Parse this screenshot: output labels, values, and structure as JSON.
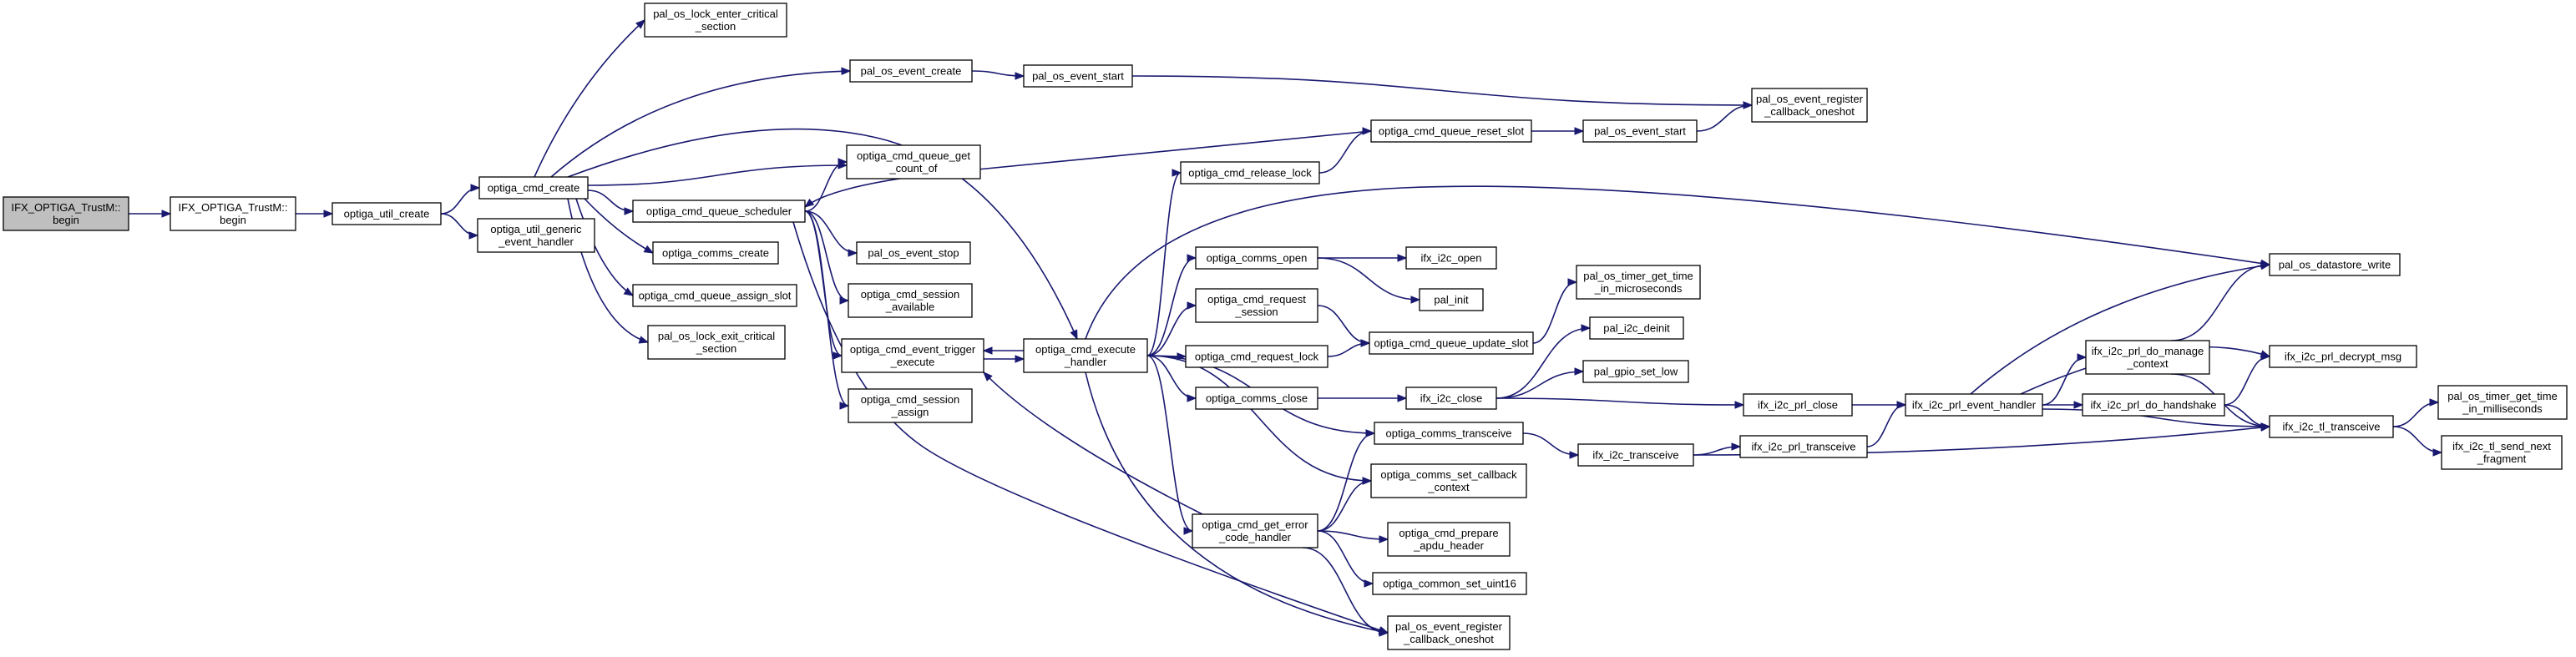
{
  "colors": {
    "edge": "#191970",
    "border": "#000000",
    "normal_fill": "#ffffff",
    "root_fill": "#bfbfbf",
    "truncated_border": "#ff0000"
  },
  "nodes": [
    {
      "id": "root",
      "lines": [
        "IFX_OPTIGA_TrustM::",
        "begin"
      ],
      "style": "root"
    },
    {
      "id": "trustm_begin",
      "lines": [
        "IFX_OPTIGA_TrustM::",
        "begin"
      ],
      "style": "normal"
    },
    {
      "id": "util_create",
      "lines": [
        "optiga_util_create"
      ],
      "style": "normal"
    },
    {
      "id": "cmd_create",
      "lines": [
        "optiga_cmd_create"
      ],
      "style": "normal"
    },
    {
      "id": "util_generic_event_handler",
      "lines": [
        "optiga_util_generic",
        "_event_handler"
      ],
      "style": "normal"
    },
    {
      "id": "lock_enter",
      "lines": [
        "pal_os_lock_enter_critical",
        "_section"
      ],
      "style": "normal"
    },
    {
      "id": "event_create",
      "lines": [
        "pal_os_event_create"
      ],
      "style": "normal"
    },
    {
      "id": "event_start_top",
      "lines": [
        "pal_os_event_start"
      ],
      "style": "normal"
    },
    {
      "id": "queue_get_count",
      "lines": [
        "optiga_cmd_queue_get",
        "_count_of"
      ],
      "style": "normal"
    },
    {
      "id": "queue_scheduler",
      "lines": [
        "optiga_cmd_queue_scheduler"
      ],
      "style": "normal"
    },
    {
      "id": "comms_create",
      "lines": [
        "optiga_comms_create"
      ],
      "style": "normal"
    },
    {
      "id": "queue_assign_slot",
      "lines": [
        "optiga_cmd_queue_assign_slot"
      ],
      "style": "normal"
    },
    {
      "id": "lock_exit",
      "lines": [
        "pal_os_lock_exit_critical",
        "_section"
      ],
      "style": "normal"
    },
    {
      "id": "event_stop",
      "lines": [
        "pal_os_event_stop"
      ],
      "style": "normal"
    },
    {
      "id": "session_available",
      "lines": [
        "optiga_cmd_session",
        "_available"
      ],
      "style": "normal"
    },
    {
      "id": "event_trigger",
      "lines": [
        "optiga_cmd_event_trigger",
        "_execute"
      ],
      "style": "normal"
    },
    {
      "id": "session_assign",
      "lines": [
        "optiga_cmd_session",
        "_assign"
      ],
      "style": "normal"
    },
    {
      "id": "cmd_execute_handler",
      "lines": [
        "optiga_cmd_execute",
        "_handler"
      ],
      "style": "normal"
    },
    {
      "id": "release_lock",
      "lines": [
        "optiga_cmd_release_lock"
      ],
      "style": "normal"
    },
    {
      "id": "queue_reset_slot",
      "lines": [
        "optiga_cmd_queue_reset_slot"
      ],
      "style": "normal"
    },
    {
      "id": "event_start_mid",
      "lines": [
        "pal_os_event_start"
      ],
      "style": "normal"
    },
    {
      "id": "register_cb_top",
      "lines": [
        "pal_os_event_register",
        "_callback_oneshot"
      ],
      "style": "normal"
    },
    {
      "id": "comms_open",
      "lines": [
        "optiga_comms_open"
      ],
      "style": "normal"
    },
    {
      "id": "ifx_i2c_open",
      "lines": [
        "ifx_i2c_open"
      ],
      "style": "normal"
    },
    {
      "id": "pal_init",
      "lines": [
        "pal_init"
      ],
      "style": "normal"
    },
    {
      "id": "request_session",
      "lines": [
        "optiga_cmd_request",
        "_session"
      ],
      "style": "normal"
    },
    {
      "id": "timer_get_time_us",
      "lines": [
        "pal_os_timer_get_time",
        "_in_microseconds"
      ],
      "style": "normal"
    },
    {
      "id": "request_lock",
      "lines": [
        "optiga_cmd_request_lock"
      ],
      "style": "normal"
    },
    {
      "id": "queue_update_slot",
      "lines": [
        "optiga_cmd_queue_update_slot"
      ],
      "style": "normal"
    },
    {
      "id": "i2c_deinit",
      "lines": [
        "pal_i2c_deinit"
      ],
      "style": "normal"
    },
    {
      "id": "comms_close",
      "lines": [
        "optiga_comms_close"
      ],
      "style": "normal"
    },
    {
      "id": "ifx_i2c_close",
      "lines": [
        "ifx_i2c_close"
      ],
      "style": "normal"
    },
    {
      "id": "gpio_set_low",
      "lines": [
        "pal_gpio_set_low"
      ],
      "style": "normal"
    },
    {
      "id": "comms_transceive",
      "lines": [
        "optiga_comms_transceive"
      ],
      "style": "normal"
    },
    {
      "id": "ifx_i2c_transceive",
      "lines": [
        "ifx_i2c_transceive"
      ],
      "style": "normal"
    },
    {
      "id": "comms_set_callback",
      "lines": [
        "optiga_comms_set_callback",
        "_context"
      ],
      "style": "normal"
    },
    {
      "id": "get_error_code_handler",
      "lines": [
        "optiga_cmd_get_error",
        "_code_handler"
      ],
      "style": "normal"
    },
    {
      "id": "prepare_apdu_header",
      "lines": [
        "optiga_cmd_prepare",
        "_apdu_header"
      ],
      "style": "normal"
    },
    {
      "id": "common_set_uint16",
      "lines": [
        "optiga_common_set_uint16"
      ],
      "style": "normal"
    },
    {
      "id": "register_cb_bottom",
      "lines": [
        "pal_os_event_register",
        "_callback_oneshot"
      ],
      "style": "normal"
    },
    {
      "id": "prl_close",
      "lines": [
        "ifx_i2c_prl_close"
      ],
      "style": "normal"
    },
    {
      "id": "prl_transceive",
      "lines": [
        "ifx_i2c_prl_transceive"
      ],
      "style": "normal"
    },
    {
      "id": "prl_event_handler",
      "lines": [
        "ifx_i2c_prl_event_handler"
      ],
      "style": "truncated"
    },
    {
      "id": "prl_do_manage_context",
      "lines": [
        "ifx_i2c_prl_do_manage",
        "_context"
      ],
      "style": "truncated"
    },
    {
      "id": "prl_do_handshake",
      "lines": [
        "ifx_i2c_prl_do_handshake"
      ],
      "style": "truncated"
    },
    {
      "id": "prl_decrypt_msg",
      "lines": [
        "ifx_i2c_prl_decrypt_msg"
      ],
      "style": "truncated"
    },
    {
      "id": "datastore_write",
      "lines": [
        "pal_os_datastore_write"
      ],
      "style": "normal"
    },
    {
      "id": "tl_transceive",
      "lines": [
        "ifx_i2c_tl_transceive"
      ],
      "style": "normal"
    },
    {
      "id": "timer_get_time_ms",
      "lines": [
        "pal_os_timer_get_time",
        "_in_milliseconds"
      ],
      "style": "normal"
    },
    {
      "id": "tl_send_next_fragment",
      "lines": [
        "ifx_i2c_tl_send_next",
        "_fragment"
      ],
      "style": "truncated"
    }
  ],
  "edges": [
    [
      "root",
      "trustm_begin"
    ],
    [
      "trustm_begin",
      "util_create"
    ],
    [
      "util_create",
      "cmd_create"
    ],
    [
      "util_create",
      "util_generic_event_handler"
    ],
    [
      "cmd_create",
      "lock_enter"
    ],
    [
      "cmd_create",
      "event_create"
    ],
    [
      "cmd_create",
      "cmd_execute_handler"
    ],
    [
      "cmd_create",
      "queue_get_count"
    ],
    [
      "cmd_create",
      "queue_scheduler"
    ],
    [
      "cmd_create",
      "comms_create"
    ],
    [
      "cmd_create",
      "queue_assign_slot"
    ],
    [
      "cmd_create",
      "lock_exit"
    ],
    [
      "event_create",
      "event_start_top"
    ],
    [
      "event_start_top",
      "register_cb_top"
    ],
    [
      "queue_scheduler",
      "queue_get_count"
    ],
    [
      "queue_scheduler",
      "event_stop"
    ],
    [
      "queue_scheduler",
      "session_available"
    ],
    [
      "queue_scheduler",
      "event_trigger"
    ],
    [
      "queue_scheduler",
      "session_assign"
    ],
    [
      "queue_scheduler",
      "register_cb_bottom"
    ],
    [
      "event_trigger",
      "cmd_execute_handler"
    ],
    [
      "cmd_execute_handler",
      "event_trigger"
    ],
    [
      "cmd_execute_handler",
      "release_lock"
    ],
    [
      "cmd_execute_handler",
      "comms_open"
    ],
    [
      "cmd_execute_handler",
      "request_session"
    ],
    [
      "cmd_execute_handler",
      "request_lock"
    ],
    [
      "cmd_execute_handler",
      "comms_close"
    ],
    [
      "cmd_execute_handler",
      "comms_transceive"
    ],
    [
      "cmd_execute_handler",
      "comms_set_callback"
    ],
    [
      "cmd_execute_handler",
      "get_error_code_handler"
    ],
    [
      "cmd_execute_handler",
      "register_cb_bottom"
    ],
    [
      "cmd_execute_handler",
      "datastore_write"
    ],
    [
      "release_lock",
      "queue_reset_slot"
    ],
    [
      "queue_reset_slot",
      "queue_scheduler"
    ],
    [
      "queue_reset_slot",
      "event_start_mid"
    ],
    [
      "event_start_mid",
      "register_cb_top"
    ],
    [
      "comms_open",
      "ifx_i2c_open"
    ],
    [
      "comms_open",
      "pal_init"
    ],
    [
      "request_session",
      "queue_update_slot"
    ],
    [
      "request_lock",
      "queue_update_slot"
    ],
    [
      "queue_update_slot",
      "timer_get_time_us"
    ],
    [
      "comms_close",
      "ifx_i2c_close"
    ],
    [
      "ifx_i2c_close",
      "i2c_deinit"
    ],
    [
      "ifx_i2c_close",
      "gpio_set_low"
    ],
    [
      "ifx_i2c_close",
      "prl_close"
    ],
    [
      "comms_transceive",
      "ifx_i2c_transceive"
    ],
    [
      "ifx_i2c_transceive",
      "prl_transceive"
    ],
    [
      "ifx_i2c_transceive",
      "tl_transceive"
    ],
    [
      "get_error_code_handler",
      "event_trigger"
    ],
    [
      "get_error_code_handler",
      "comms_transceive"
    ],
    [
      "get_error_code_handler",
      "comms_set_callback"
    ],
    [
      "get_error_code_handler",
      "prepare_apdu_header"
    ],
    [
      "get_error_code_handler",
      "common_set_uint16"
    ],
    [
      "get_error_code_handler",
      "register_cb_bottom"
    ],
    [
      "prl_close",
      "prl_event_handler"
    ],
    [
      "prl_transceive",
      "prl_event_handler"
    ],
    [
      "prl_event_handler",
      "datastore_write"
    ],
    [
      "prl_event_handler",
      "prl_do_manage_context"
    ],
    [
      "prl_event_handler",
      "prl_decrypt_msg"
    ],
    [
      "prl_event_handler",
      "prl_do_handshake"
    ],
    [
      "prl_event_handler",
      "tl_transceive"
    ],
    [
      "prl_do_manage_context",
      "datastore_write"
    ],
    [
      "prl_do_manage_context",
      "tl_transceive"
    ],
    [
      "prl_do_handshake",
      "prl_decrypt_msg"
    ],
    [
      "prl_do_handshake",
      "tl_transceive"
    ],
    [
      "tl_transceive",
      "timer_get_time_ms"
    ],
    [
      "tl_transceive",
      "tl_send_next_fragment"
    ]
  ]
}
